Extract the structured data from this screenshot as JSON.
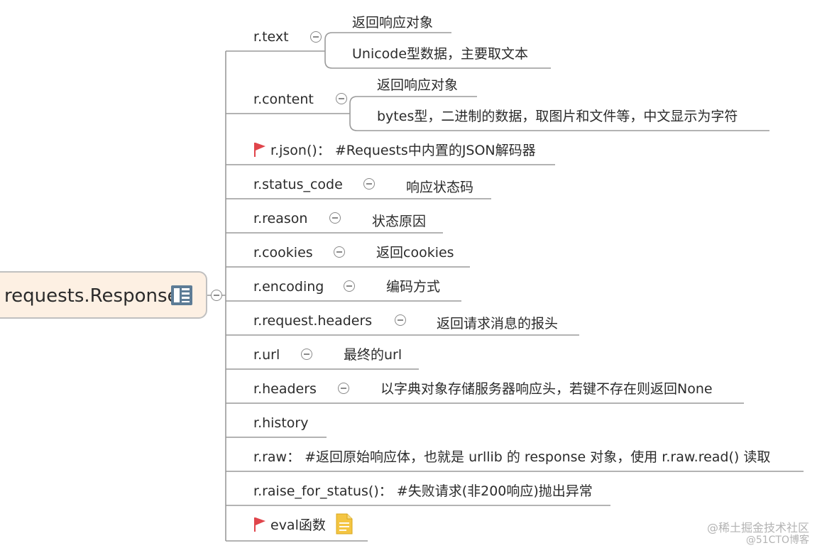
{
  "root": {
    "label": "requests.Response"
  },
  "branches": [
    {
      "label": "r.text",
      "children": [
        "返回响应对象",
        "Unicode型数据，主要取文本"
      ]
    },
    {
      "label": "r.content",
      "children": [
        "返回响应对象",
        "bytes型，二进制的数据，取图片和文件等，中文显示为字符"
      ]
    },
    {
      "label": "r.json()：  #Requests中内置的JSON解码器",
      "flagged": true
    },
    {
      "label": "r.status_code",
      "children": [
        "响应状态码"
      ]
    },
    {
      "label": "r.reason",
      "children": [
        "状态原因"
      ]
    },
    {
      "label": "r.cookies",
      "children": [
        "返回cookies"
      ]
    },
    {
      "label": "r.encoding",
      "children": [
        "编码方式"
      ]
    },
    {
      "label": "r.request.headers",
      "children": [
        "返回请求消息的报头"
      ]
    },
    {
      "label": "r.url",
      "children": [
        "最终的url"
      ]
    },
    {
      "label": "r.headers",
      "children": [
        "以字典对象存储服务器响应头，若键不存在则返回None"
      ]
    },
    {
      "label": "r.history"
    },
    {
      "label": "r.raw：  #返回原始响应体，也就是 urllib 的 response 对象，使用 r.raw.read() 读取"
    },
    {
      "label": "r.raise_for_status()：  #失败请求(非200响应)抛出异常"
    },
    {
      "label": "eval函数",
      "flagged": true,
      "note": true
    }
  ],
  "watermark": {
    "line1": "@稀土掘金技术社区",
    "line2": "@51CTO博客"
  },
  "colors": {
    "root_fill": "#fdf0e3",
    "line": "#9a9a9a",
    "flag": "#e0454b",
    "note": "#f4c542"
  }
}
